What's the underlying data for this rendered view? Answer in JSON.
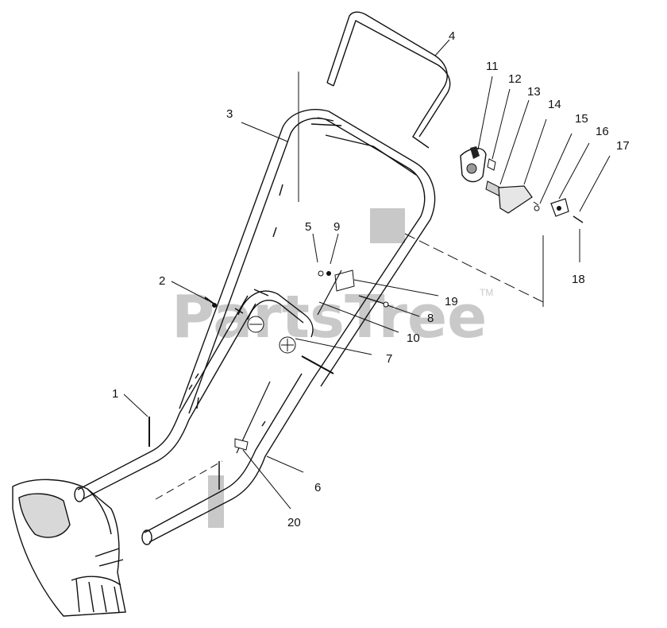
{
  "watermark": {
    "text": "PartsTree",
    "trademark": "TM"
  },
  "callouts": [
    "1",
    "2",
    "3",
    "4",
    "5",
    "6",
    "7",
    "8",
    "9",
    "10",
    "11",
    "12",
    "13",
    "14",
    "15",
    "16",
    "17",
    "18",
    "19",
    "20"
  ]
}
